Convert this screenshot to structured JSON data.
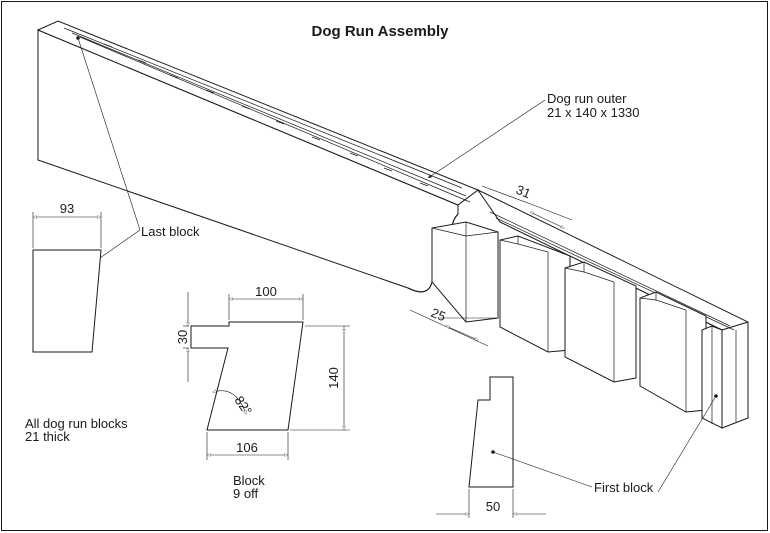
{
  "title": "Dog Run Assembly",
  "labels": {
    "outer_name": "Dog run outer",
    "outer_size": "21 x 140 x 1330",
    "last_block": "Last block",
    "first_block": "First block",
    "note_line1": "All dog run blocks",
    "note_line2": "21 thick",
    "block_line1": "Block",
    "block_line2": "9 off"
  },
  "dimensions": {
    "d31": "31",
    "d25": "25",
    "d93": "93",
    "d100": "100",
    "d30": "30",
    "d140": "140",
    "d106": "106",
    "d50": "50",
    "angle": "82°"
  }
}
